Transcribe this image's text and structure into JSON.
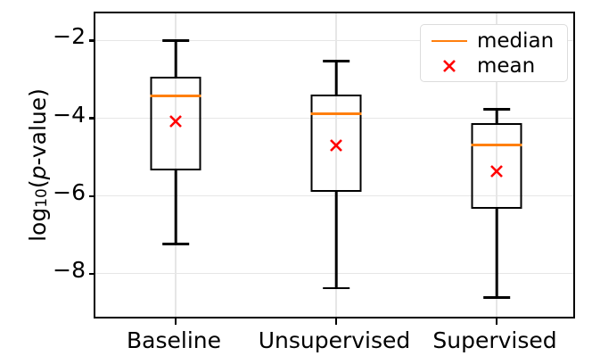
{
  "chart_data": {
    "type": "box",
    "title": "",
    "xlabel": "",
    "ylabel": "log10(p-value)",
    "categories": [
      "Baseline",
      "Unsupervised",
      "Supervised"
    ],
    "ylim": [
      -9.2,
      -1.3
    ],
    "yticks": [
      -2,
      -4,
      -6,
      -8
    ],
    "ytick_labels": [
      "−2",
      "−4",
      "−6",
      "−8"
    ],
    "grid": "horizontal",
    "legend": {
      "position": "upper right",
      "entries": [
        {
          "label": "median",
          "marker": "line",
          "color": "#ff7f0e"
        },
        {
          "label": "mean",
          "marker": "x",
          "color": "#ff0000"
        }
      ]
    },
    "boxes": [
      {
        "category": "Baseline",
        "whisker_high": -2.0,
        "q3": -2.93,
        "median": -3.43,
        "mean": -4.09,
        "q1": -5.35,
        "whisker_low": -7.23
      },
      {
        "category": "Unsupervised",
        "whisker_high": -2.53,
        "q3": -3.39,
        "median": -3.88,
        "mean": -4.7,
        "q1": -5.9,
        "whisker_low": -8.37
      },
      {
        "category": "Supervised",
        "whisker_high": -3.77,
        "q3": -4.13,
        "median": -4.69,
        "mean": -5.37,
        "q1": -6.33,
        "whisker_low": -8.61
      }
    ]
  },
  "axis": {
    "ylabel_prefix": "log",
    "ylabel_sub": "10",
    "ylabel_open": "(",
    "ylabel_italic": "p",
    "ylabel_rest": "-value)"
  }
}
